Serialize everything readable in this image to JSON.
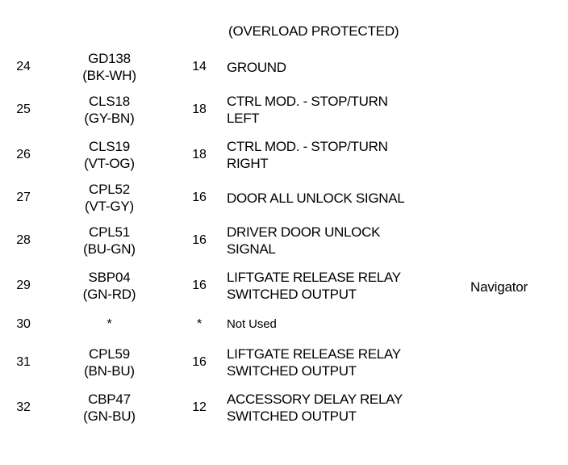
{
  "header": {
    "note": "(OVERLOAD PROTECTED)"
  },
  "annotation": {
    "model_label": "Navigator"
  },
  "table": {
    "columns": [
      "fuse_number",
      "circuit_code",
      "wire_gauge",
      "description"
    ],
    "rows": [
      {
        "fuse_number": "24",
        "circuit_code": "GD138",
        "wire_color": "(BK-WH)",
        "wire_gauge": "14",
        "description_line1": "GROUND",
        "description_line2": ""
      },
      {
        "fuse_number": "25",
        "circuit_code": "CLS18",
        "wire_color": "(GY-BN)",
        "wire_gauge": "18",
        "description_line1": "CTRL MOD. - STOP/TURN",
        "description_line2": "LEFT"
      },
      {
        "fuse_number": "26",
        "circuit_code": "CLS19",
        "wire_color": "(VT-OG)",
        "wire_gauge": "18",
        "description_line1": "CTRL MOD. - STOP/TURN",
        "description_line2": "RIGHT"
      },
      {
        "fuse_number": "27",
        "circuit_code": "CPL52",
        "wire_color": "(VT-GY)",
        "wire_gauge": "16",
        "description_line1": "DOOR ALL UNLOCK SIGNAL",
        "description_line2": ""
      },
      {
        "fuse_number": "28",
        "circuit_code": "CPL51",
        "wire_color": "(BU-GN)",
        "wire_gauge": "16",
        "description_line1": "DRIVER DOOR UNLOCK",
        "description_line2": "SIGNAL"
      },
      {
        "fuse_number": "29",
        "circuit_code": "SBP04",
        "wire_color": "(GN-RD)",
        "wire_gauge": "16",
        "description_line1": "LIFTGATE RELEASE RELAY",
        "description_line2": "SWITCHED OUTPUT"
      },
      {
        "fuse_number": "30",
        "circuit_code": "*",
        "wire_color": "",
        "wire_gauge": "*",
        "description_line1": "Not Used",
        "description_line2": ""
      },
      {
        "fuse_number": "31",
        "circuit_code": "CPL59",
        "wire_color": "(BN-BU)",
        "wire_gauge": "16",
        "description_line1": "LIFTGATE RELEASE RELAY",
        "description_line2": "SWITCHED OUTPUT"
      },
      {
        "fuse_number": "32",
        "circuit_code": "CBP47",
        "wire_color": "(GN-BU)",
        "wire_gauge": "12",
        "description_line1": "ACCESSORY DELAY RELAY",
        "description_line2": "SWITCHED OUTPUT"
      }
    ]
  },
  "colors": {
    "background": "#ffffff",
    "text": "#000000"
  }
}
